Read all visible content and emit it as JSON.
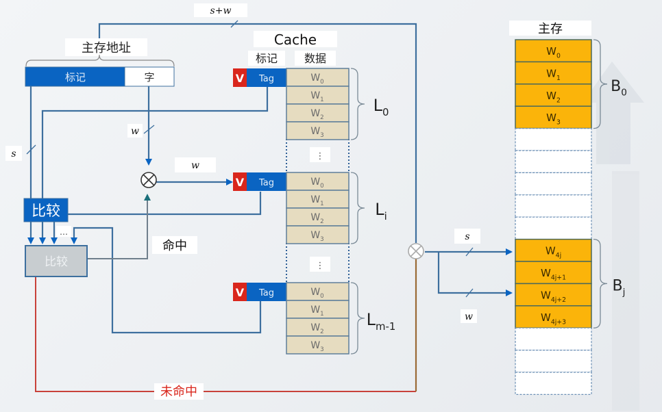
{
  "title_address": "主存地址",
  "address_fields": {
    "tag": "标记",
    "word": "字"
  },
  "cache": {
    "title": "Cache",
    "col_tag": "标记",
    "col_data": "数据",
    "valid_bit": "V",
    "tag_label": "Tag",
    "lines": [
      {
        "name": "L",
        "sub": "0",
        "words": [
          [
            "W",
            "0"
          ],
          [
            "W",
            "1"
          ],
          [
            "W",
            "2"
          ],
          [
            "W",
            "3"
          ]
        ]
      },
      {
        "name": "L",
        "sub": "i",
        "words": [
          [
            "W",
            "0"
          ],
          [
            "W",
            "1"
          ],
          [
            "W",
            "2"
          ],
          [
            "W",
            "3"
          ]
        ]
      },
      {
        "name": "L",
        "sub": "m-1",
        "words": [
          [
            "W",
            "0"
          ],
          [
            "W",
            "1"
          ],
          [
            "W",
            "2"
          ],
          [
            "W",
            "3"
          ]
        ]
      }
    ],
    "ellipsis": "⋮"
  },
  "main_memory": {
    "title": "主存",
    "block0": {
      "name": "B",
      "sub": "0",
      "words": [
        [
          "W",
          "0"
        ],
        [
          "W",
          "1"
        ],
        [
          "W",
          "2"
        ],
        [
          "W",
          "3"
        ]
      ]
    },
    "blockj": {
      "name": "B",
      "sub": "j",
      "words": [
        [
          "W",
          "4j"
        ],
        [
          "W",
          "4j+1"
        ],
        [
          "W",
          "4j+2"
        ],
        [
          "W",
          "4j+3"
        ]
      ]
    }
  },
  "compare": {
    "top": "比较",
    "bottom": "比较",
    "dots": "…"
  },
  "signals": {
    "s_plus_w": "s+w",
    "s_left": "s",
    "w_word": "w",
    "w_sel": "w",
    "hit": "命中",
    "miss": "未命中",
    "s_mem": "s",
    "w_mem": "w"
  },
  "colors": {
    "blue": "#0a64c2",
    "line": "#3d6f9e",
    "red": "#d9261c",
    "data_cell": "#e6dcc0",
    "mem_word": "#fbb40a",
    "miss_line": "#c8413a"
  }
}
